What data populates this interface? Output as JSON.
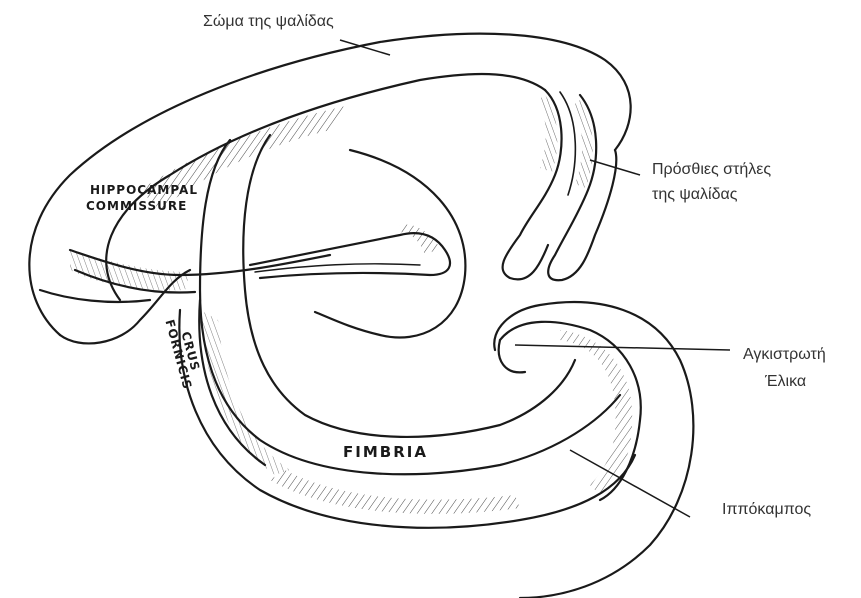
{
  "labels": {
    "body_of_fornix": "Σώμα της ψαλίδας",
    "anterior_columns_line1": "Πρόσθιες στήλες",
    "anterior_columns_line2": "της ψαλίδας",
    "uncus_line1": "Αγκιστρωτή",
    "uncus_line2": "Έλικα",
    "hippocampus": "Ιππόκαμπος"
  },
  "engraved": {
    "hippocampal_1": "HIPPOCAMPAL",
    "hippocampal_2": "COMMISSURE",
    "crus_1": "CRUS",
    "crus_2": "FORNICIS",
    "fimbria": "FIMBRIA"
  },
  "colors": {
    "ink": "#1a1a1a",
    "label_text": "#333333",
    "background": "#ffffff"
  }
}
